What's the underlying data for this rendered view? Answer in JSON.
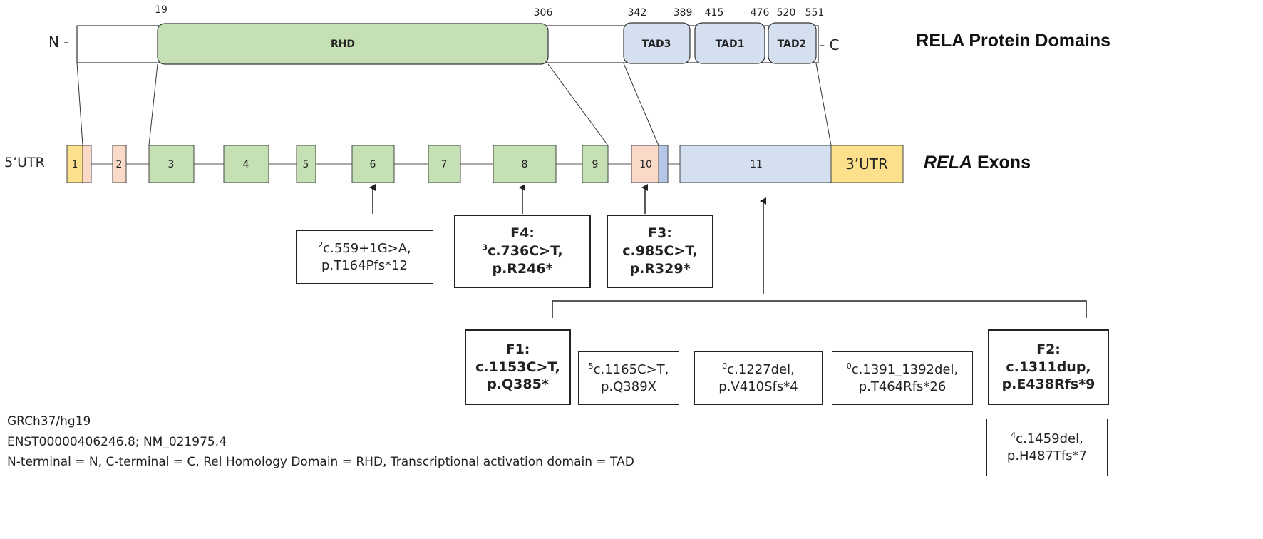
{
  "protein": {
    "title": "RELA Protein Domains",
    "n_term": "N -",
    "c_term": "- C",
    "positions": [
      "19",
      "306",
      "342",
      "389",
      "415",
      "476",
      "520",
      "551"
    ],
    "domains": [
      {
        "name": "RHD",
        "color": "#c5e0b4"
      },
      {
        "name": "TAD3",
        "color": "#d4dff0"
      },
      {
        "name": "TAD1",
        "color": "#d4dff0"
      },
      {
        "name": "TAD2",
        "color": "#d4dff0"
      }
    ]
  },
  "exons": {
    "title_italic": "RELA",
    "title_rest": " Exons",
    "utr5": "5’UTR",
    "utr3": "3’UTR",
    "labels": [
      "1",
      "2",
      "3",
      "4",
      "5",
      "6",
      "7",
      "8",
      "9",
      "10",
      "11"
    ],
    "colors": {
      "utr": "#fde08b",
      "exon_nc": "#fbd9c9",
      "exon_rhd": "#c5e0b4",
      "exon_tad": "#d4dff0"
    }
  },
  "mutations": {
    "m6": {
      "ref": "2",
      "l1": "c.559+1G>A,",
      "l2": "p.T164Pfs*12"
    },
    "f4": {
      "title": "F4:",
      "ref": "3",
      "l1": "c.736C>T,",
      "l2": "p.R246*"
    },
    "f3": {
      "title": "F3:",
      "l1": "c.985C>T,",
      "l2": "p.R329*"
    },
    "f1": {
      "title": "F1:",
      "l1": "c.1153C>T,",
      "l2": "p.Q385*"
    },
    "m5": {
      "ref": "5",
      "l1": "c.1165C>T,",
      "l2": "p.Q389X"
    },
    "m0a": {
      "ref": "0",
      "l1": "c.1227del,",
      "l2": "p.V410Sfs*4"
    },
    "m0b": {
      "ref": "0",
      "l1": "c.1391_1392del,",
      "l2": "p.T464Rfs*26"
    },
    "f2": {
      "title": "F2:",
      "l1": "c.1311dup,",
      "l2": "p.E438Rfs*9"
    },
    "m4": {
      "ref": "4",
      "l1": "c.1459del,",
      "l2": "p.H487Tfs*7"
    }
  },
  "footnotes": {
    "line1": "GRCh37/hg19",
    "line2": "ENST00000406246.8; NM_021975.4",
    "line3": "N-terminal = N, C-terminal = C, Rel Homology Domain = RHD, Transcriptional activation domain = TAD"
  }
}
